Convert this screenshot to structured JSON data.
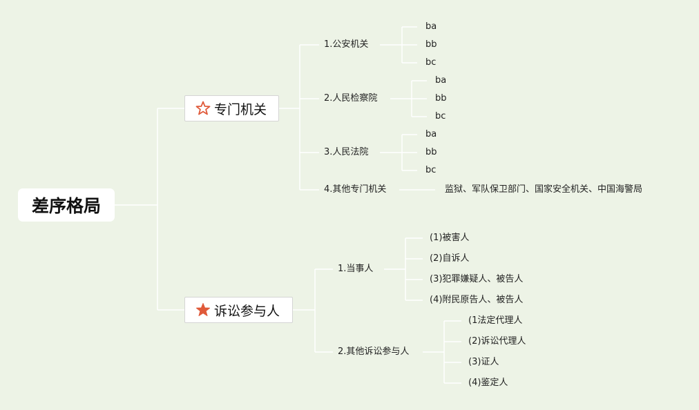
{
  "root": {
    "label": "差序格局"
  },
  "cat_agencies": {
    "label": "专门机关",
    "icon": "star-outline-icon",
    "icon_color": "#e05a3a",
    "items": [
      {
        "label": "1.公安机关",
        "children": [
          "ba",
          "bb",
          "bc"
        ]
      },
      {
        "label": "2.人民检察院",
        "children": [
          "ba",
          "bb",
          "bc"
        ]
      },
      {
        "label": "3.人民法院",
        "children": [
          "ba",
          "bb",
          "bc"
        ]
      },
      {
        "label": "4.其他专门机关",
        "children": [
          "监狱、军队保卫部门、国家安全机关、中国海警局"
        ]
      }
    ]
  },
  "cat_participants": {
    "label": "诉讼参与人",
    "icon": "star-filled-icon",
    "icon_color": "#e05a3a",
    "items": [
      {
        "label": "1.当事人",
        "children": [
          "(1)被害人",
          "(2)自诉人",
          "(3)犯罪嫌疑人、被告人",
          "(4)附民原告人、被告人"
        ]
      },
      {
        "label": "2.其他诉讼参与人",
        "children": [
          "(1法定代理人",
          "(2)诉讼代理人",
          "(3)证人",
          "(4)鉴定人"
        ]
      }
    ]
  },
  "colors": {
    "background": "#edf3e6",
    "line": "#ffffff",
    "star": "#e05a3a"
  }
}
